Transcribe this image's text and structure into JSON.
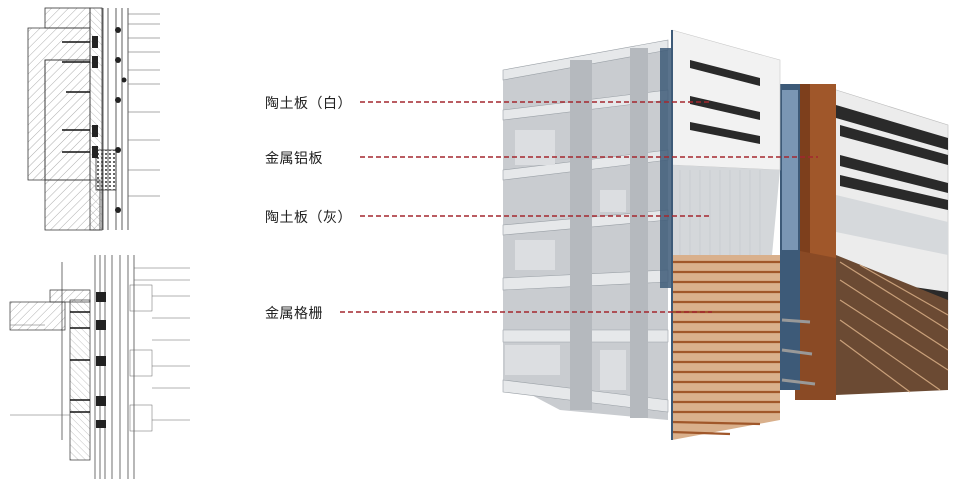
{
  "callouts": [
    {
      "label": "陶土板（白）"
    },
    {
      "label": "金属铝板"
    },
    {
      "label": "陶土板（灰）"
    },
    {
      "label": "金属格栅"
    }
  ],
  "colors": {
    "leader_line": "#a4272e",
    "terracotta": "#a0572a",
    "white_panel": "#f2f2f2",
    "grey_panel": "#d4d7da",
    "slab": "#e6e8ea",
    "interior": "#c9ccd0",
    "glass": "#3d5a78",
    "drawing_line": "#333333"
  },
  "icons": {
    "section_drawing_top": "curtain-wall-section-detail",
    "section_drawing_bottom": "curtain-wall-plan-detail",
    "building_render": "building-facade-cutaway"
  }
}
